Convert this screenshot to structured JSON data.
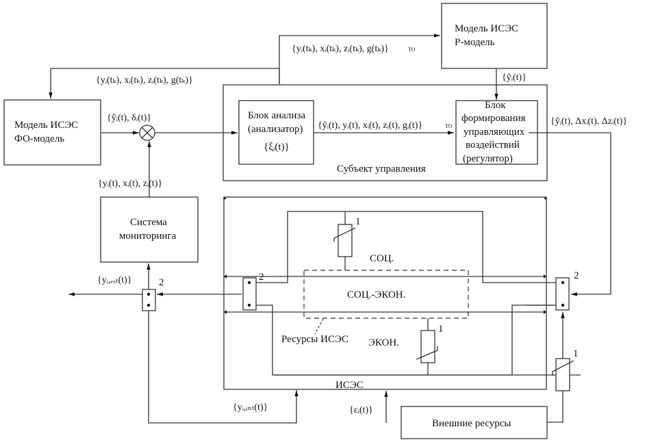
{
  "blocks": {
    "r_model": {
      "line1": "Модель ИСЭС",
      "line2": "Р-модель"
    },
    "fo_model": {
      "line1": "Модель ИСЭС",
      "line2": "ФО-модель"
    },
    "analyzer": {
      "line1": "Блок анализа",
      "line2": "(анализатор)",
      "line3": "{ξᵢ(t)}"
    },
    "regulator": {
      "line1": "Блок",
      "line2": "формирования",
      "line3": "управляющих",
      "line4": "воздействий",
      "line5": "(регулятор)"
    },
    "monitoring": {
      "line1": "Система",
      "line2": "мониторинга"
    },
    "external": {
      "label": "Внешние ресурсы"
    }
  },
  "regions": {
    "subject": "Субъект управления",
    "soc": "СОЦ.",
    "soc_econ": "СОЦ.-ЭКОН.",
    "econ": "ЭКОН.",
    "isees": "ИСЭС",
    "resources": "Ресурсы ИСЭС"
  },
  "signals": {
    "to_r_model": "{yᵢ(tₖ), xᵢ(tₖ), zᵢ(tₖ), g(tₖ)}",
    "to_r_model_sub": "ТО",
    "to_fo_model": "{yᵢ(tₖ), xᵢ(tₖ), zᵢ(tₖ), g(tₖ)}",
    "fo_out": "{ŷᵢ(t), δᵢ(t)}",
    "r_out": "{ỹᵢ(t)}",
    "analyzer_out": "{ỹᵢ(t), yᵢ(t), xᵢ(t), zᵢ(t), gᵢ(t)}",
    "analyzer_out_sub": "ТО",
    "regulator_out": "{ỹᵢ(t), Δxᵢ(t), Δzᵢ(t)}",
    "monitoring_out": "{yᵢ(t), xᵢ(t), zᵢ(t)}",
    "y_ext": "{yᵢ,ₑₓₜ(t)}",
    "y_int": "{yᵢ,ᵢₙₜ(t)}",
    "eps": "{εᵢ(t)}"
  },
  "markers": {
    "regulator_element": "1",
    "switch_element": "2"
  }
}
